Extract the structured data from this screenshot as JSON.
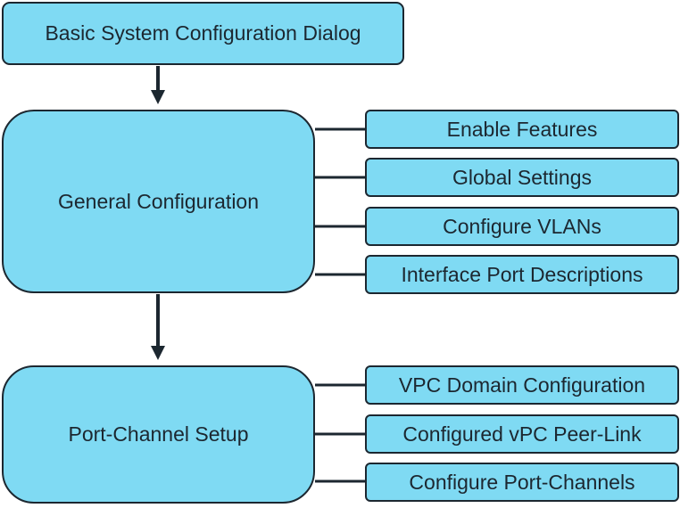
{
  "colors": {
    "box_fill": "#7fdaf3",
    "stroke": "#1c2730"
  },
  "top_box": {
    "label": "Basic System Configuration Dialog"
  },
  "general": {
    "label": "General Configuration",
    "items": [
      "Enable Features",
      "Global Settings",
      "Configure VLANs",
      "Interface Port Descriptions"
    ]
  },
  "port_channel": {
    "label": "Port-Channel Setup",
    "items": [
      "VPC Domain Configuration",
      "Configured vPC Peer-Link",
      "Configure Port-Channels"
    ]
  }
}
